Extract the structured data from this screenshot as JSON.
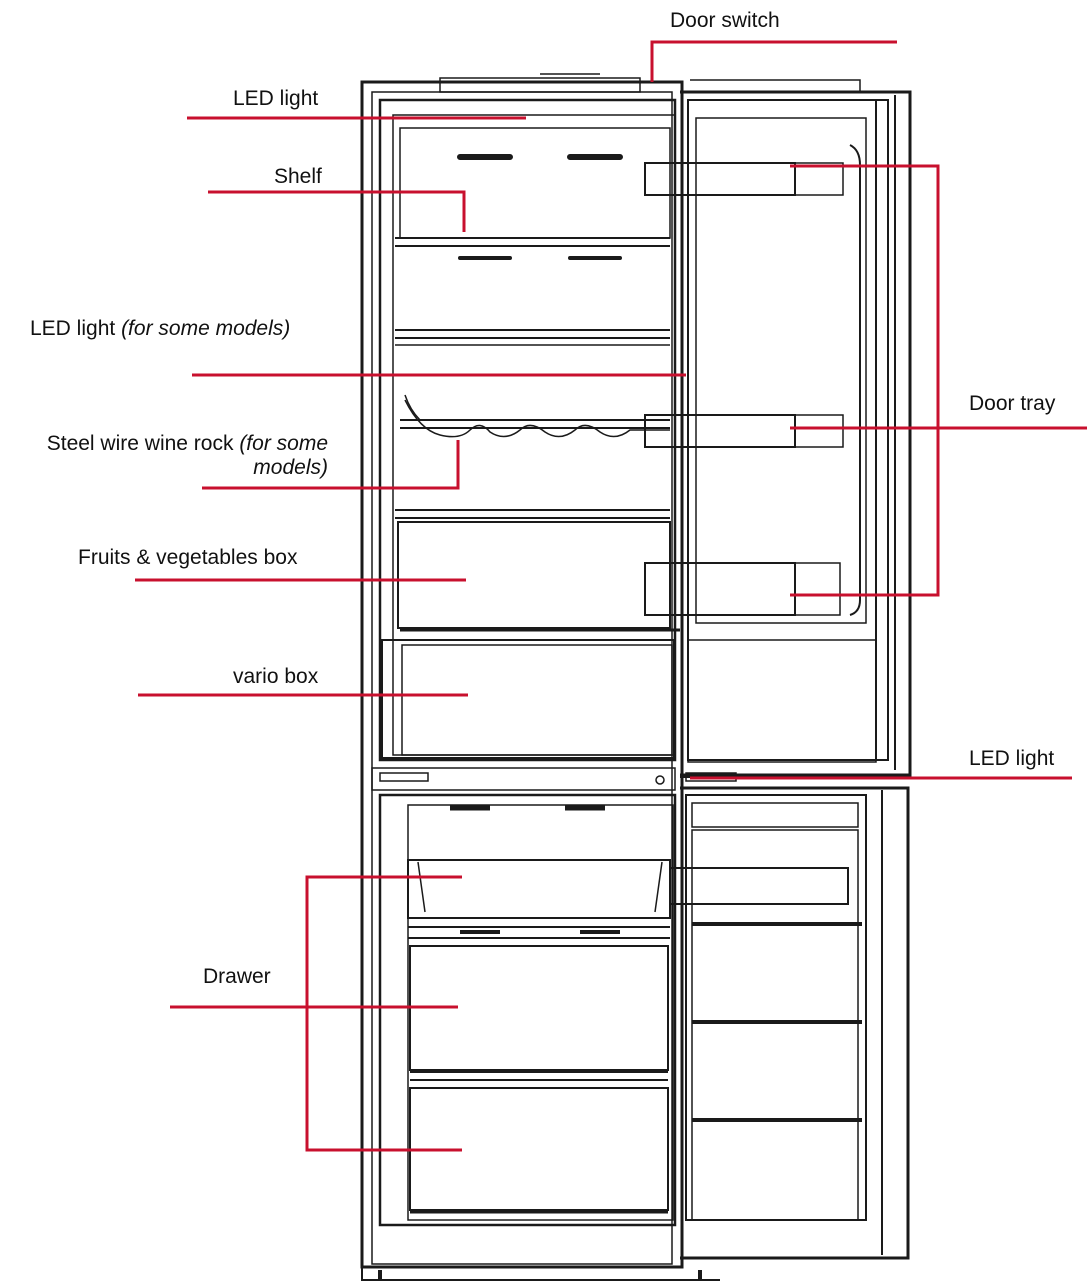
{
  "labels": {
    "door_switch": "Door switch",
    "led_light_top": "LED light",
    "shelf": "Shelf",
    "led_light_models_main": "LED light",
    "led_light_models_note": "(for some models)",
    "wine_rack_main": "Steel wire wine rock",
    "wine_rack_note_1": "(for some",
    "wine_rack_note_2": "models)",
    "fruits_box": "Fruits & vegetables box",
    "vario_box": "vario box",
    "door_tray": "Door tray",
    "led_light_mid": "LED light",
    "drawer": "Drawer"
  },
  "colors": {
    "leader": "#c8102e",
    "outline": "#1a1a1a",
    "text": "#111111"
  }
}
